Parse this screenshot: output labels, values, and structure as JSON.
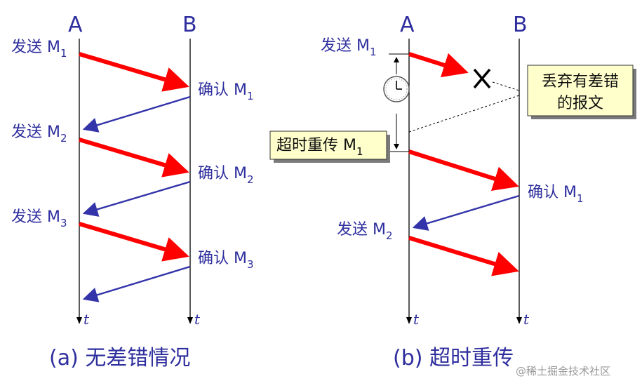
{
  "node_a": "A",
  "node_b": "B",
  "time_symbol": "t",
  "send_label": "发送 M",
  "ack_label": "确认 M",
  "idx1": "1",
  "idx2": "2",
  "idx3": "3",
  "retransmit_label": "超时重传 M",
  "discard_line1": "丢弃有差错",
  "discard_line2": "的报文",
  "caption_a": "(a) 无差错情况",
  "caption_b": "(b) 超时重传",
  "watermark": "@稀土掘金技术社区",
  "colors": {
    "data_arrow": "#ff0000",
    "ack_arrow": "#3333aa",
    "text": "#2e2e9e",
    "callout_bg": "#ffffcc"
  },
  "icons": [
    "clock-icon",
    "cross-icon"
  ]
}
